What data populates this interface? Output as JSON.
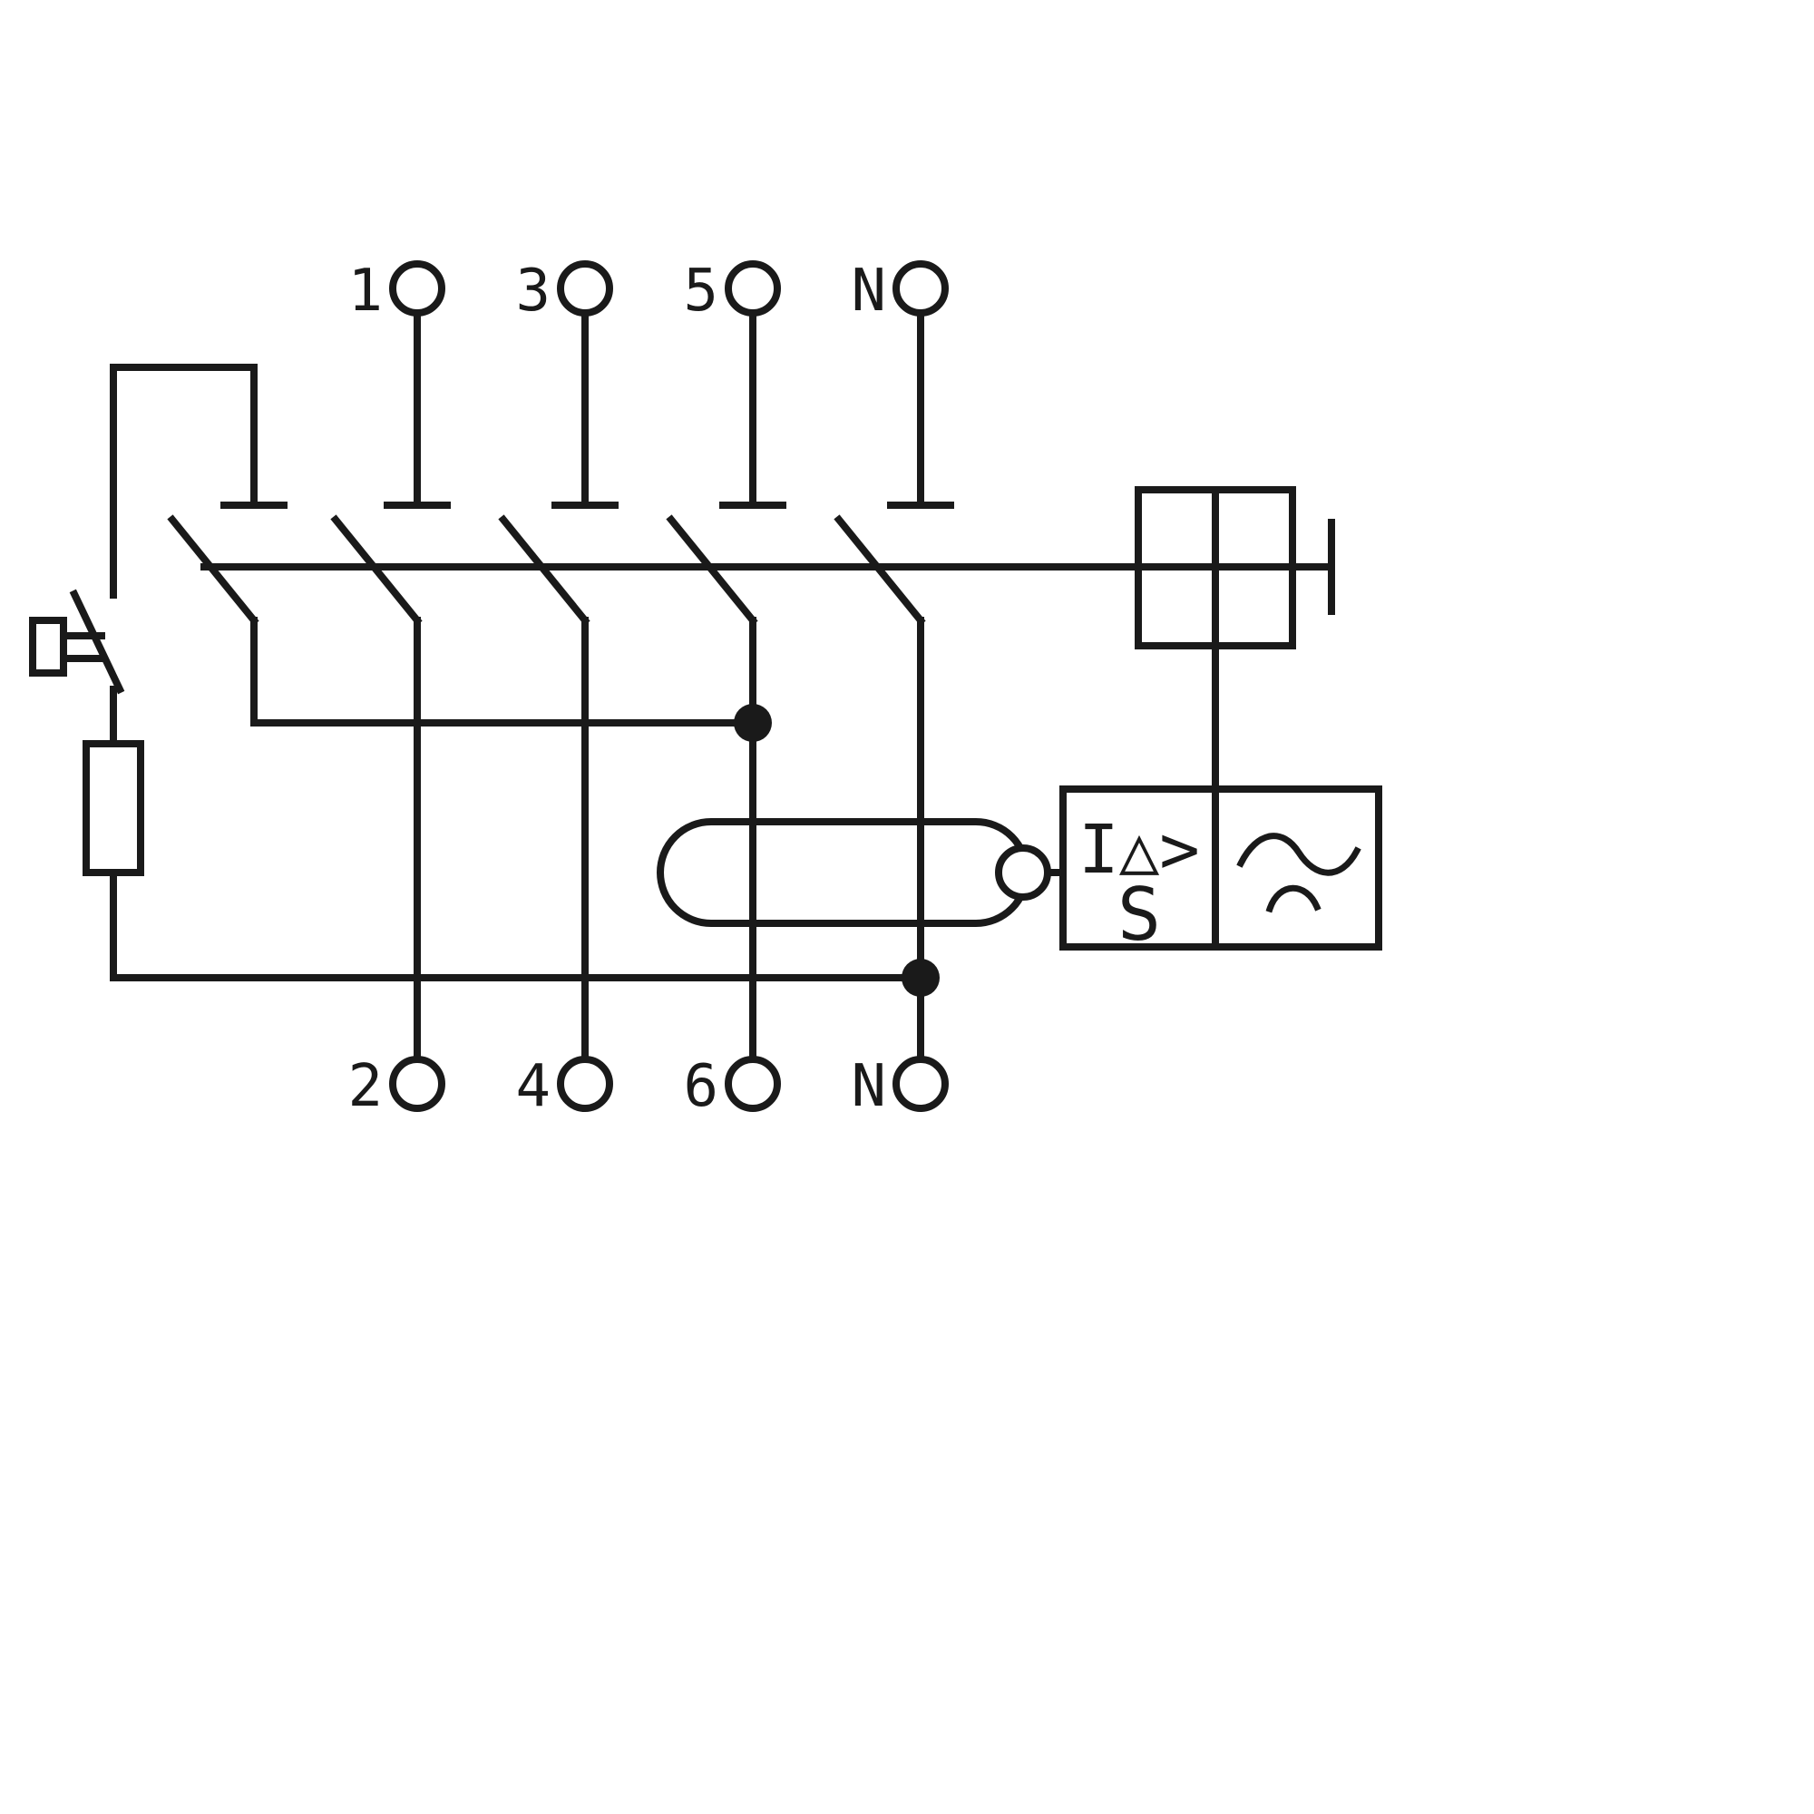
{
  "labels": {
    "top_terminals": [
      "1",
      "3",
      "5",
      "N"
    ],
    "bottom_terminals": [
      "2",
      "4",
      "6",
      "N"
    ],
    "trip_unit": {
      "function": "I△>",
      "selectivity": "S"
    }
  },
  "colors": {
    "stroke": "#1a1a1a",
    "background": "#ffffff"
  }
}
